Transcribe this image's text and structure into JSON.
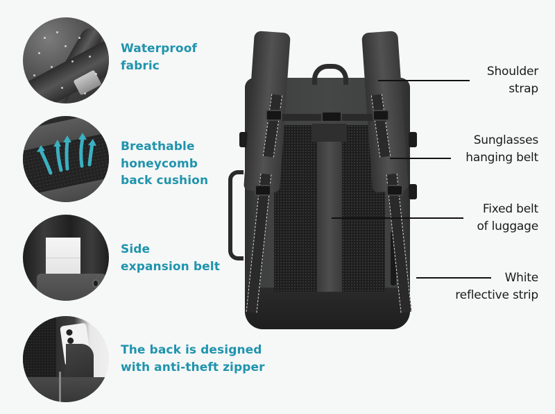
{
  "colors": {
    "background": "#f6f7f7",
    "feature_text": "#1f94ad",
    "callout_text": "#1a1a1a",
    "leader_line": "#111111",
    "product_body": "#404141",
    "arrow_accent": "#3bb0c2"
  },
  "features": [
    {
      "icon": "waterproof-fabric-closeup",
      "lines": [
        "Waterproof",
        "fabric"
      ]
    },
    {
      "icon": "honeycomb-cushion-closeup",
      "lines": [
        "Breathable",
        "honeycomb",
        "back cushion"
      ]
    },
    {
      "icon": "side-pocket-closeup",
      "lines": [
        "Side",
        "expansion belt"
      ]
    },
    {
      "icon": "anti-theft-zipper-closeup",
      "lines": [
        "The back is designed",
        "with anti-theft zipper"
      ]
    }
  ],
  "product": {
    "name": "backpack-rear-view"
  },
  "callouts": [
    {
      "lines": [
        "Shoulder",
        "strap"
      ]
    },
    {
      "lines": [
        "Sunglasses",
        "hanging belt"
      ]
    },
    {
      "lines": [
        "Fixed belt",
        "of luggage"
      ]
    },
    {
      "lines": [
        "White",
        "reflective strip"
      ]
    }
  ]
}
